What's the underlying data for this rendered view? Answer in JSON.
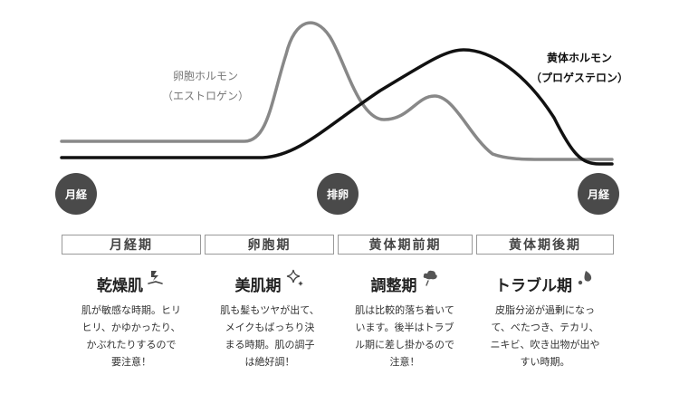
{
  "hormones": {
    "estrogen": {
      "name": "卵胞ホルモン",
      "alias": "（エストロゲン）",
      "color": "#888888"
    },
    "progesterone": {
      "name": "黄体ホルモン",
      "alias": "（プロゲステロン）",
      "color": "#111111"
    }
  },
  "markers": {
    "period_start": "月経",
    "ovulation": "排卵",
    "period_end": "月経"
  },
  "phases": [
    {
      "label": "月経期",
      "skin_state": "乾燥肌",
      "icon": "crack-icon",
      "lines": [
        "肌が敏感な時期。ヒリ",
        "ヒリ、かゆかったり、",
        "かぶれたりするので",
        "要注意！"
      ]
    },
    {
      "label": "卵胞期",
      "skin_state": "美肌期",
      "icon": "sparkle-icon",
      "lines": [
        "肌も髪もツヤが出て、",
        "メイクもばっちり決",
        "まる時期。肌の調子",
        "は絶好調！"
      ]
    },
    {
      "label": "黄体期前期",
      "skin_state": "調整期",
      "icon": "cloud-icon",
      "lines": [
        "肌は比較的落ち着いて",
        "います。後半はトラブ",
        "ル期に差し掛かるので",
        "注意！"
      ]
    },
    {
      "label": "黄体期後期",
      "skin_state": "トラブル期",
      "icon": "drop-icon",
      "lines": [
        "皮脂分泌が過剰になっ",
        "て、べたつき、テカリ、",
        "ニキビ、吹き出物が出や",
        "すい時期。"
      ]
    }
  ],
  "colors": {
    "marker_bg": "#4a4a4a",
    "border": "#999999"
  }
}
